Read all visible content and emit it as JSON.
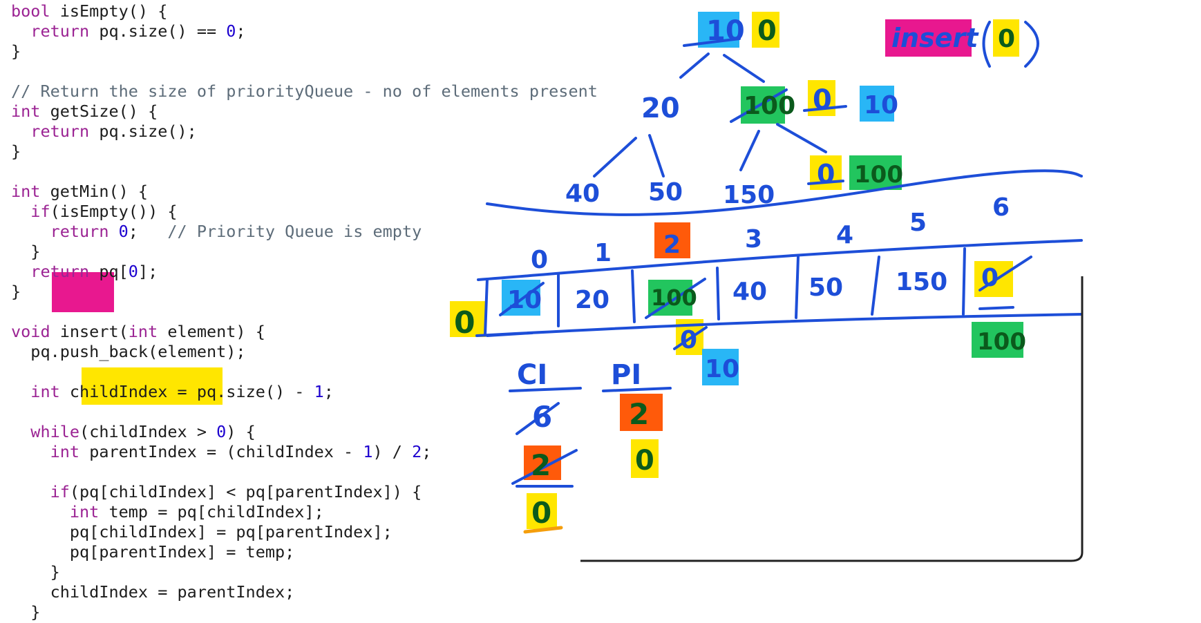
{
  "code": {
    "lines": [
      [
        {
          "t": "bool",
          "c": "kw"
        },
        {
          "t": " isEmpty() {"
        }
      ],
      [
        {
          "t": "  "
        },
        {
          "t": "return",
          "c": "kw"
        },
        {
          "t": " pq.size() == "
        },
        {
          "t": "0",
          "c": "num"
        },
        {
          "t": ";"
        }
      ],
      [
        {
          "t": "}"
        }
      ],
      [
        {
          "t": ""
        }
      ],
      [
        {
          "t": "// Return the size of priorityQueue - no of elements present",
          "c": "cm"
        }
      ],
      [
        {
          "t": "int",
          "c": "kw"
        },
        {
          "t": " getSize() {"
        }
      ],
      [
        {
          "t": "  "
        },
        {
          "t": "return",
          "c": "kw"
        },
        {
          "t": " pq.size();"
        }
      ],
      [
        {
          "t": "}"
        }
      ],
      [
        {
          "t": ""
        }
      ],
      [
        {
          "t": "int",
          "c": "kw"
        },
        {
          "t": " getMin() {"
        }
      ],
      [
        {
          "t": "  "
        },
        {
          "t": "if",
          "c": "kw"
        },
        {
          "t": "(isEmpty()) {"
        }
      ],
      [
        {
          "t": "    "
        },
        {
          "t": "return",
          "c": "kw"
        },
        {
          "t": " "
        },
        {
          "t": "0",
          "c": "num"
        },
        {
          "t": ";   "
        },
        {
          "t": "// Priority Queue is empty",
          "c": "cm"
        }
      ],
      [
        {
          "t": "  }"
        }
      ],
      [
        {
          "t": "  "
        },
        {
          "t": "return",
          "c": "kw"
        },
        {
          "t": " pq["
        },
        {
          "t": "0",
          "c": "num"
        },
        {
          "t": "];"
        }
      ],
      [
        {
          "t": "}"
        }
      ],
      [
        {
          "t": ""
        }
      ],
      [
        {
          "t": "void",
          "c": "kw"
        },
        {
          "t": " insert("
        },
        {
          "t": "int",
          "c": "kw"
        },
        {
          "t": " element) {"
        }
      ],
      [
        {
          "t": "  pq.push_back(element);"
        }
      ],
      [
        {
          "t": ""
        }
      ],
      [
        {
          "t": "  "
        },
        {
          "t": "int",
          "c": "kw"
        },
        {
          "t": " childIndex = pq.size() - "
        },
        {
          "t": "1",
          "c": "num"
        },
        {
          "t": ";"
        }
      ],
      [
        {
          "t": ""
        }
      ],
      [
        {
          "t": "  "
        },
        {
          "t": "while",
          "c": "kw"
        },
        {
          "t": "(childIndex > "
        },
        {
          "t": "0",
          "c": "num"
        },
        {
          "t": ") {"
        }
      ],
      [
        {
          "t": "    "
        },
        {
          "t": "int",
          "c": "kw"
        },
        {
          "t": " parentIndex = (childIndex - "
        },
        {
          "t": "1",
          "c": "num"
        },
        {
          "t": ") / "
        },
        {
          "t": "2",
          "c": "num"
        },
        {
          "t": ";"
        }
      ],
      [
        {
          "t": ""
        }
      ],
      [
        {
          "t": "    "
        },
        {
          "t": "if",
          "c": "kw"
        },
        {
          "t": "(pq[childIndex] < pq[parentIndex]) {"
        }
      ],
      [
        {
          "t": "      "
        },
        {
          "t": "int",
          "c": "kw"
        },
        {
          "t": " temp = pq[childIndex];"
        }
      ],
      [
        {
          "t": "      pq[childIndex] = pq[parentIndex];"
        }
      ],
      [
        {
          "t": "      pq[parentIndex] = temp;"
        }
      ],
      [
        {
          "t": "    }"
        }
      ],
      [
        {
          "t": "    childIndex = parentIndex;"
        }
      ],
      [
        {
          "t": "  }"
        }
      ]
    ]
  },
  "notes": {
    "insert_title": "insert",
    "insert_arg": "0",
    "tree_root": "10",
    "tree_root_new": "0",
    "tree_left": "20",
    "tree_right": "100",
    "tree_right_struck": "0",
    "tree_right_new": "10",
    "leaf_40": "40",
    "leaf_50": "50",
    "leaf_150": "150",
    "leaf_new_struck": "0",
    "leaf_new": "100",
    "indices": [
      "0",
      "1",
      "2",
      "3",
      "4",
      "5",
      "6"
    ],
    "array": [
      "10",
      "20",
      "100",
      "40",
      "50",
      "150",
      "0"
    ],
    "array_left_new": "0",
    "array_below_2_struck": "0",
    "array_below_2_new": "10",
    "array_below_6": "100",
    "ci_label": "CI",
    "pi_label": "PI",
    "ci_values": [
      "6",
      "2",
      "0"
    ],
    "pi_values": [
      "2",
      "0"
    ]
  },
  "colors": {
    "ink": "#1d4ed8",
    "pink": "#e8188f",
    "yellow": "#ffe600",
    "cyan": "#29b6f6",
    "green": "#22c55e",
    "orange": "#ff5a0a"
  }
}
